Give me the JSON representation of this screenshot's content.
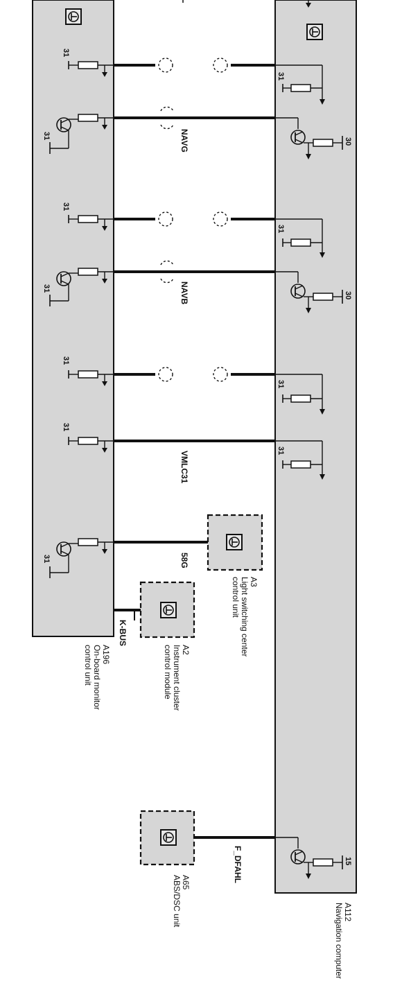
{
  "colors": {
    "module_fill": "#d6d6d6",
    "module_stroke": "#111111",
    "wire": "#111111",
    "background": "#ffffff"
  },
  "modules": {
    "a196": {
      "code": "A196",
      "name_line1": "On-board monitor",
      "name_line2": "control unit"
    },
    "a112": {
      "code": "A112",
      "name_line1": "Navigation computer"
    },
    "a3": {
      "code": "A3",
      "name_line1": "Light switching center",
      "name_line2": "control unit"
    },
    "a2": {
      "code": "A2",
      "name_line1": "Instrument cluster",
      "name_line2": "control module"
    },
    "a65": {
      "code": "A65",
      "name_line1": "ABS/DSC unit"
    }
  },
  "signals": {
    "navg": "NAVG",
    "navb": "NAVB",
    "vmlc31": "VMLC31",
    "s58g": "58G",
    "kbus": "K-BUS",
    "f_dfahl": "F_DFAHL"
  },
  "pins": {
    "gnd": "31",
    "supply": "30",
    "ign": "15"
  },
  "icons": {
    "module_symbol": "control-unit-icon",
    "transistor": "transistor-icon",
    "resistor": "resistor-icon",
    "ground": "ground-arrow-icon",
    "connector": "connector-circle-icon"
  }
}
